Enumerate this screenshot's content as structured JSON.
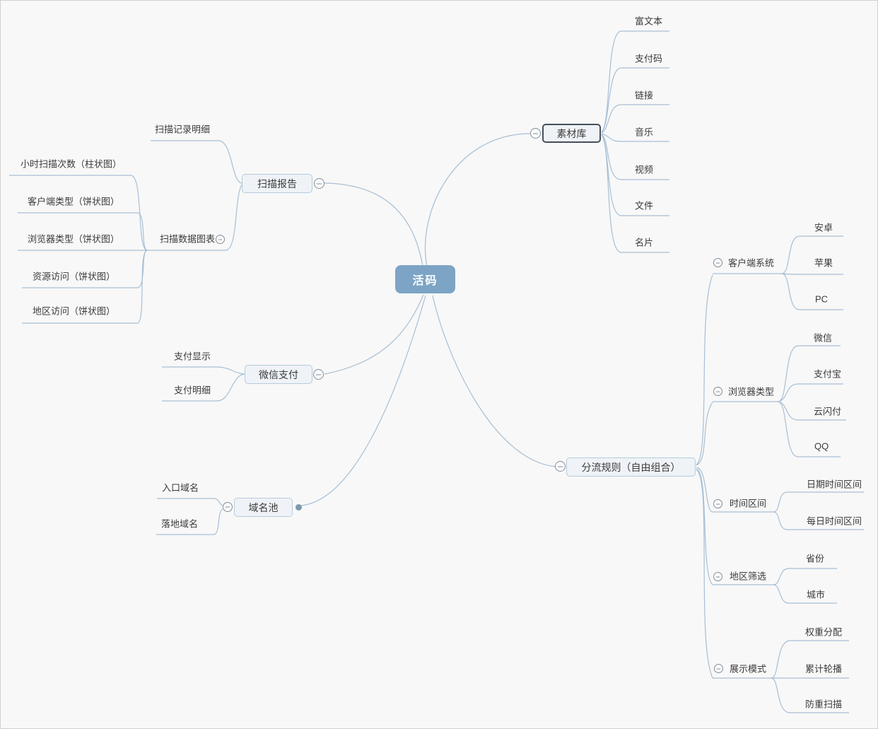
{
  "root_label": "活码",
  "material_library": {
    "label": "素材库",
    "items": [
      "富文本",
      "支付码",
      "链接",
      "音乐",
      "视频",
      "文件",
      "名片"
    ]
  },
  "scan_report": {
    "label": "扫描报告",
    "record_detail": "扫描记录明细",
    "data_charts": {
      "label": "扫描数据图表",
      "items": [
        "小时扫描次数（柱状图）",
        "客户端类型（饼状图）",
        "浏览器类型（饼状图）",
        "资源访问（饼状图）",
        "地区访问（饼状图）"
      ]
    }
  },
  "wechat_pay": {
    "label": "微信支付",
    "items": [
      "支付显示",
      "支付明细"
    ]
  },
  "domain_pool": {
    "label": "域名池",
    "items": [
      "入口域名",
      "落地域名"
    ]
  },
  "split_rules": {
    "label": "分流规则（自由组合）",
    "groups": [
      {
        "label": "客户端系统",
        "items": [
          "安卓",
          "苹果",
          "PC"
        ]
      },
      {
        "label": "浏览器类型",
        "items": [
          "微信",
          "支付宝",
          "云闪付",
          "QQ"
        ]
      },
      {
        "label": "时间区间",
        "items": [
          "日期时间区间",
          "每日时间区间"
        ]
      },
      {
        "label": "地区筛选",
        "items": [
          "省份",
          "城市"
        ]
      },
      {
        "label": "展示模式",
        "items": [
          "权重分配",
          "累计轮播",
          "防重扫描"
        ]
      }
    ]
  },
  "colors": {
    "root_fill": "#7da4c5",
    "root_text": "#ffffff",
    "connector": "#a7bfd5",
    "node_fill": "#eff3f7",
    "node_border": "#b5cbdd",
    "selected_border": "#454f5b",
    "text": "#3b3b3b",
    "background": "#f8f8f8"
  }
}
